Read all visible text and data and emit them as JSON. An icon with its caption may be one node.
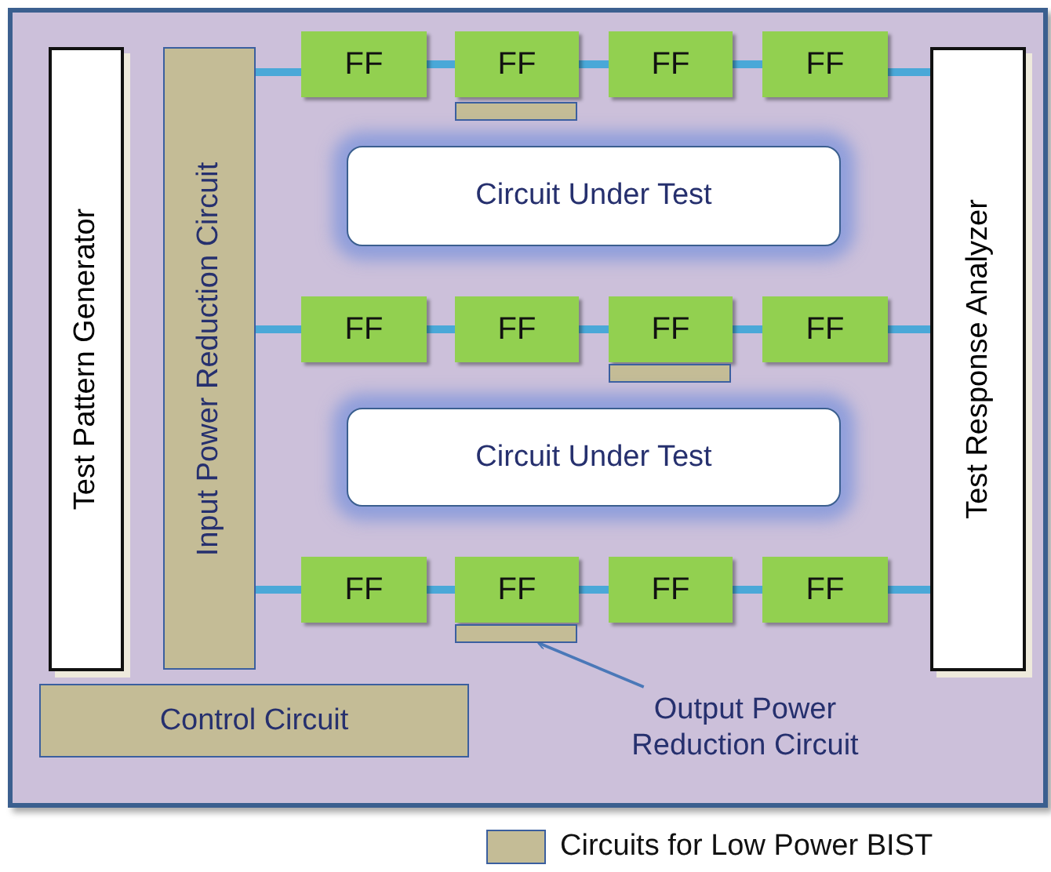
{
  "diagram": {
    "nodes": [
      {
        "text": [],
        "shape": "box"
      },
      {
        "text": [
          "Test Pattern Generator"
        ],
        "in": 0
      },
      {
        "text": [
          "Input Power Reduction Circuit"
        ],
        "in": 0
      },
      {
        "text": [
          "FF"
        ],
        "in": 0
      },
      {
        "text": [
          "FF"
        ],
        "in": 0
      },
      {
        "text": [
          "FF"
        ],
        "in": 0
      },
      {
        "text": [
          "FF"
        ],
        "in": 0
      },
      {
        "text": [],
        "shape": "bar",
        "in": 0
      },
      {
        "text": [
          "Circuit Under Test"
        ],
        "in": 0
      },
      {
        "text": [
          "FF"
        ],
        "in": 0
      },
      {
        "text": [
          "FF"
        ],
        "in": 0
      },
      {
        "text": [
          "FF"
        ],
        "in": 0
      },
      {
        "text": [
          "FF"
        ],
        "in": 0
      },
      {
        "text": [],
        "shape": "bar",
        "in": 0
      },
      {
        "text": [
          "Circuit Under Test"
        ],
        "in": 0
      },
      {
        "text": [
          "FF"
        ],
        "in": 0
      },
      {
        "text": [
          "FF"
        ],
        "in": 0
      },
      {
        "text": [
          "FF"
        ],
        "in": 0
      },
      {
        "text": [
          "FF"
        ],
        "in": 0
      },
      {
        "text": [],
        "shape": "bar",
        "in": 0
      },
      {
        "text": [
          "Test Response Analyzer"
        ],
        "in": 0
      },
      {
        "text": [
          "Control Circuit"
        ],
        "in": 0
      },
      {
        "text": [
          "Output Power Reduction Circuit"
        ],
        "in": 0
      }
    ],
    "edges": [
      {
        "from": 2,
        "to": 3,
        "arrow": "none"
      },
      {
        "from": 3,
        "to": 4,
        "arrow": "none"
      },
      {
        "from": 4,
        "to": 5,
        "arrow": "none"
      },
      {
        "from": 5,
        "to": 6,
        "arrow": "none"
      },
      {
        "from": 6,
        "to": 20,
        "arrow": "none"
      },
      {
        "from": 2,
        "to": 9,
        "arrow": "none"
      },
      {
        "from": 9,
        "to": 10,
        "arrow": "none"
      },
      {
        "from": 10,
        "to": 11,
        "arrow": "none"
      },
      {
        "from": 11,
        "to": 12,
        "arrow": "none"
      },
      {
        "from": 12,
        "to": 20,
        "arrow": "none"
      },
      {
        "from": 2,
        "to": 15,
        "arrow": "none"
      },
      {
        "from": 15,
        "to": 16,
        "arrow": "none"
      },
      {
        "from": 16,
        "to": 17,
        "arrow": "none"
      },
      {
        "from": 17,
        "to": 18,
        "arrow": "none"
      },
      {
        "from": 18,
        "to": 20,
        "arrow": "none"
      },
      {
        "from": 22,
        "to": 19,
        "arrow": "to",
        "color": "#4a78b8"
      }
    ],
    "legend": [
      {
        "text": "Circuits for Low Power BIST",
        "color": "#c4bc96"
      }
    ]
  }
}
